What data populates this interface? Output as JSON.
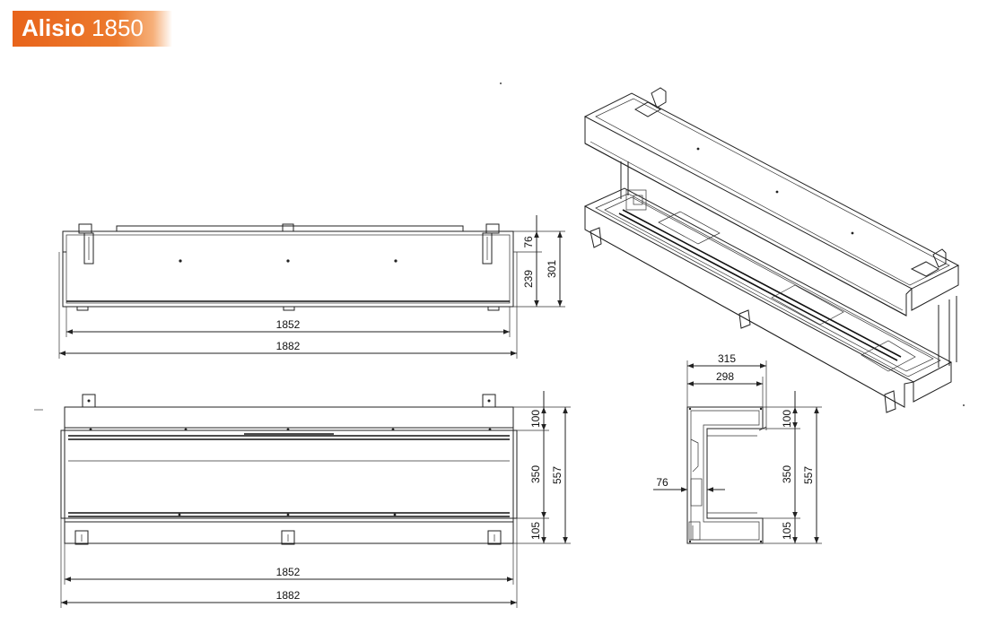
{
  "title": {
    "brand": "Alisio",
    "model": "1850"
  },
  "colors": {
    "accent": "#e8641b",
    "line": "#222222"
  },
  "front_view": {
    "width_inner": "1852",
    "width_outer": "1882",
    "height_top": "76",
    "height_mid": "239",
    "height_total": "301"
  },
  "top_view": {
    "width_inner": "1852",
    "width_outer": "1882",
    "depth_top": "100",
    "depth_mid": "350",
    "depth_bottom": "105",
    "depth_total": "557"
  },
  "side_view": {
    "width_outer": "315",
    "width_inner": "298",
    "offset": "76",
    "depth_top": "100",
    "depth_mid": "350",
    "depth_bottom": "105",
    "depth_total": "557"
  }
}
